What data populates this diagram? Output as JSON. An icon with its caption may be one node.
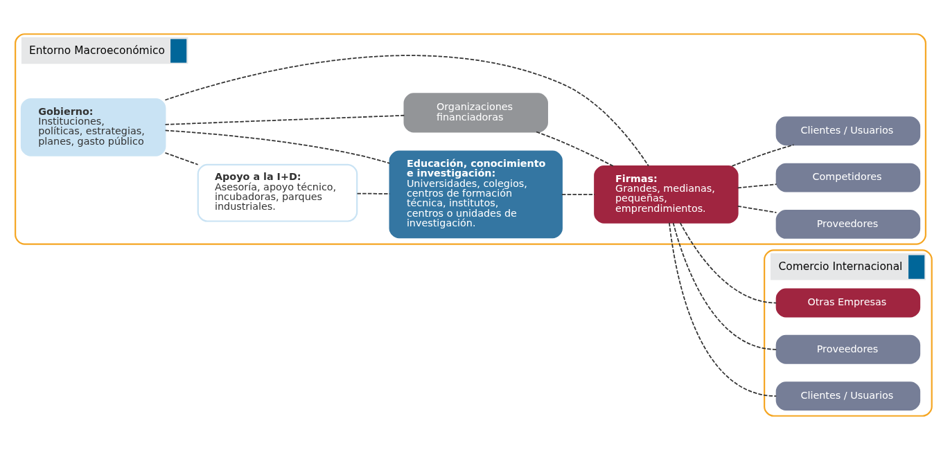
{
  "diagram": {
    "nodes": [
      {
        "text": [
          "Entorno Macroeconómico"
        ]
      },
      {
        "text": [
          "Gobierno:",
          "Instituciones, políticas, estrategias, planes, gasto público"
        ],
        "in": 0
      },
      {
        "text": [
          "Apoyo a la I+D:",
          "Asesoría, apoyo técnico, incubadoras, parques industriales."
        ],
        "in": 0
      },
      {
        "text": [
          "Educación, conocimiento e investigación:",
          "Universidades, colegios, centros de formación técnica, institutos, centros o unidades de investigación."
        ],
        "in": 0
      },
      {
        "text": [
          "Organizaciones financiadoras"
        ],
        "in": 0
      },
      {
        "text": [
          "Firmas:",
          "Grandes, medianas, pequeñas, emprendimientos."
        ],
        "in": 0
      },
      {
        "text": [
          "Proveedores"
        ],
        "in": 0
      },
      {
        "text": [
          "Competidores"
        ],
        "in": 0
      },
      {
        "text": [
          "Clientes / Usuarios"
        ],
        "in": 0
      },
      {
        "text": [
          "Comercio Internacional"
        ]
      },
      {
        "text": [
          "Otras Empresas"
        ],
        "in": 9
      },
      {
        "text": [
          "Proveedores"
        ],
        "in": 9
      },
      {
        "text": [
          "Clientes / Usuarios"
        ],
        "in": 9
      }
    ],
    "edges": [
      {
        "from": 1,
        "to": 5,
        "arrow": "none",
        "style": "dashed"
      },
      {
        "from": 1,
        "to": 4,
        "arrow": "none",
        "style": "dashed"
      },
      {
        "from": 4,
        "to": 5,
        "arrow": "none",
        "style": "dashed"
      },
      {
        "from": 1,
        "to": 2,
        "arrow": "none",
        "style": "dashed"
      },
      {
        "from": 2,
        "to": 3,
        "arrow": "none",
        "style": "dashed"
      },
      {
        "from": 1,
        "to": 3,
        "arrow": "none",
        "style": "dashed"
      },
      {
        "from": 3,
        "to": 5,
        "arrow": "none",
        "style": "dashed"
      },
      {
        "from": 5,
        "to": 10,
        "arrow": "none",
        "style": "dashed"
      },
      {
        "from": 5,
        "to": 6,
        "arrow": "none",
        "style": "dashed"
      },
      {
        "from": 5,
        "to": 7,
        "arrow": "none",
        "style": "dashed"
      },
      {
        "from": 5,
        "to": 8,
        "arrow": "none",
        "style": "dashed"
      },
      {
        "from": 5,
        "to": 11,
        "arrow": "none",
        "style": "dashed"
      },
      {
        "from": 5,
        "to": 12,
        "arrow": "none",
        "style": "dashed"
      }
    ]
  }
}
